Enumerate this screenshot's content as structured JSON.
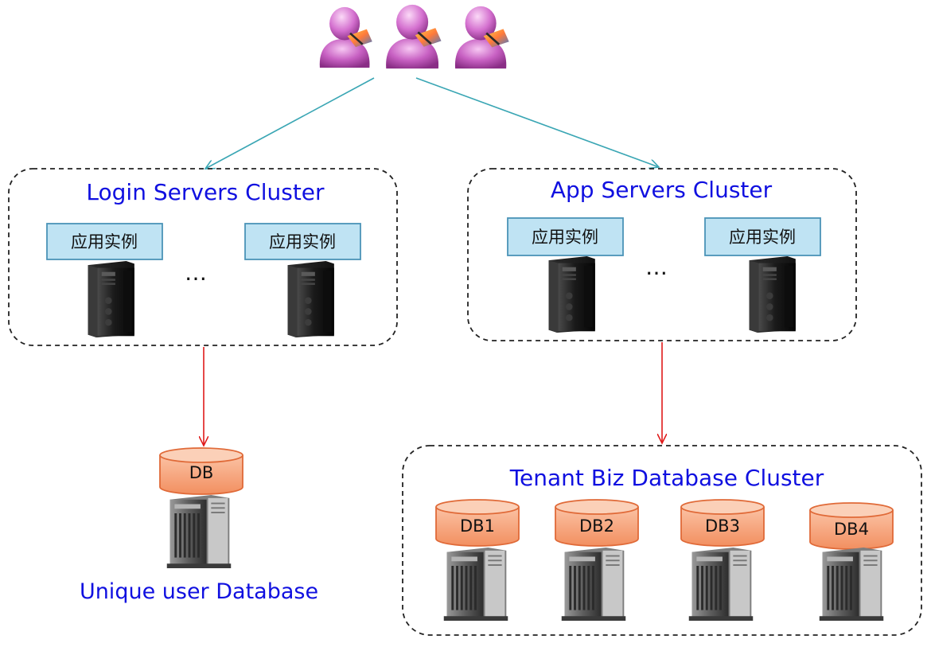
{
  "login_cluster": {
    "title": "Login Servers  Cluster",
    "instance_label_1": "应用实例",
    "instance_label_2": "应用实例",
    "ellipsis": "…"
  },
  "app_cluster": {
    "title": "App Servers  Cluster",
    "instance_label_1": "应用实例",
    "instance_label_2": "应用实例",
    "ellipsis": "…"
  },
  "unique_db": {
    "label": "DB",
    "title": "Unique user Database"
  },
  "tenant_cluster": {
    "title": "Tenant Biz Database  Cluster",
    "dbs": [
      "DB1",
      "DB2",
      "DB3",
      "DB4"
    ]
  },
  "colors": {
    "title_text": "#1010e0",
    "user_arrow": "#3aa6b4",
    "db_arrow": "#e01a1a",
    "instance_box": "#bfe3f3",
    "db_cylinder": "#f7a47e"
  }
}
